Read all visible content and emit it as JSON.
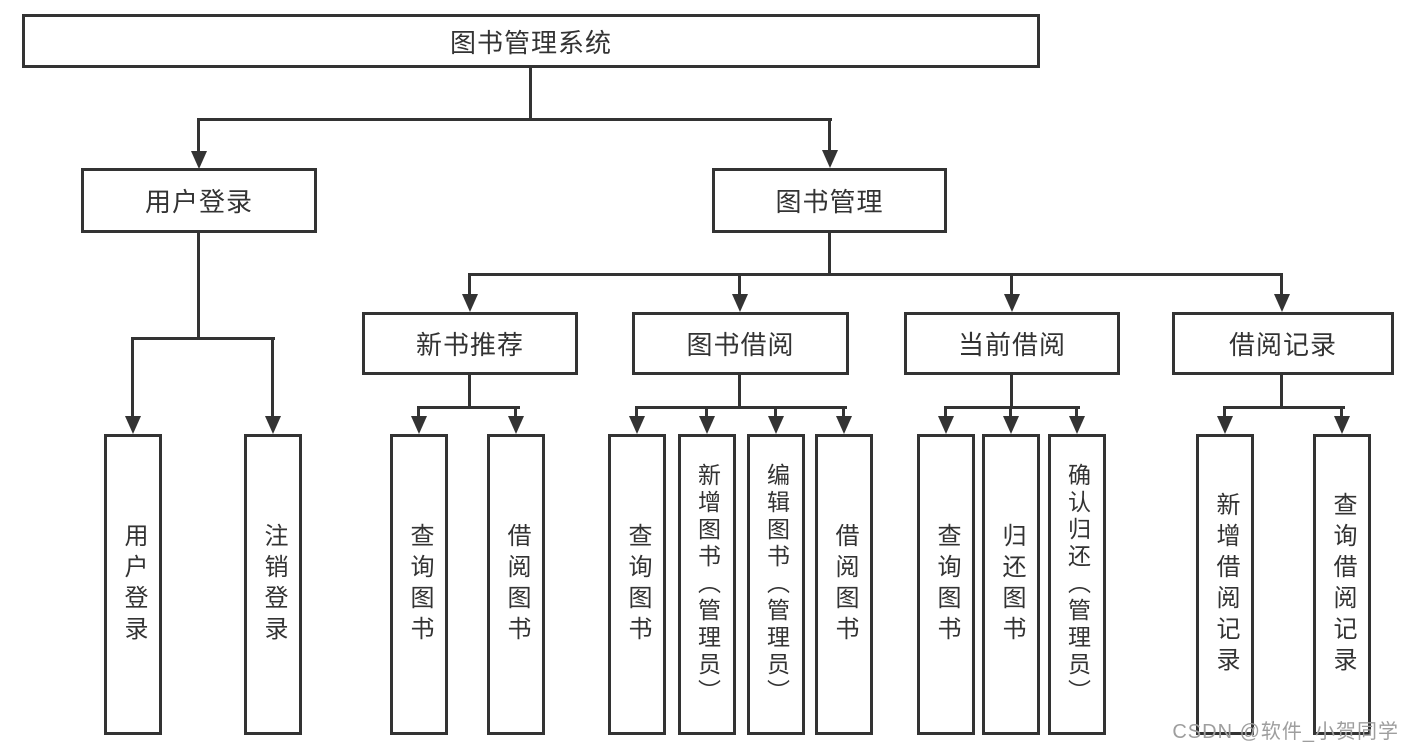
{
  "nodes": {
    "root": "图书管理系统",
    "user_login": "用户登录",
    "book_mgmt": "图书管理",
    "new_book": "新书推荐",
    "book_borrow": "图书借阅",
    "current_borrow": "当前借阅",
    "borrow_records": "借阅记录"
  },
  "leaves": {
    "login": [
      "用户登录",
      "注销登录"
    ],
    "new_book": [
      "查询图书",
      "借阅图书"
    ],
    "book_borrow": [
      "查询图书",
      "新增图书（管理员）",
      "编辑图书（管理员）",
      "借阅图书"
    ],
    "current_borrow": [
      "查询图书",
      "归还图书",
      "确认归还（管理员）"
    ],
    "borrow_records": [
      "新增借阅记录",
      "查询借阅记录"
    ]
  },
  "watermark": "CSDN @软件_小贺同学",
  "colors": {
    "line": "#333333",
    "text": "#333333",
    "watermark": "#9e9e9e",
    "background": "#ffffff"
  }
}
